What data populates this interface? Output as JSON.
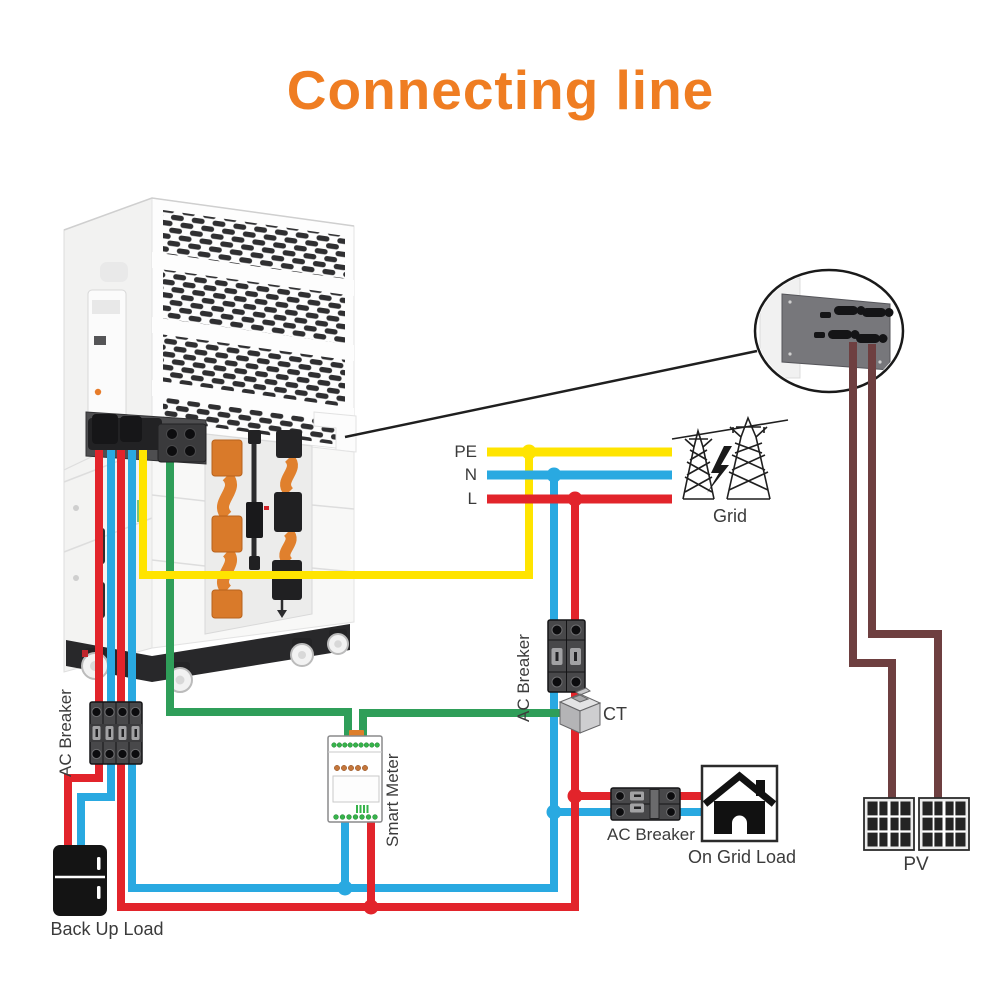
{
  "title": "Connecting line",
  "colors": {
    "title_orange": "#EF7D22",
    "wire_red": "#E2242B",
    "wire_blue": "#29A9E1",
    "wire_yellow": "#FFE400",
    "wire_green": "#2F9E59",
    "wire_brown": "#6E3F40"
  },
  "diagram": {
    "bus_labels": {
      "pe": "PE",
      "n": "N",
      "l": "L"
    },
    "grid_label": "Grid",
    "breakers": {
      "backup": "AC Breaker",
      "grid": "AC Breaker",
      "on_grid": "AC Breaker"
    },
    "ct_label": "CT",
    "smart_meter_label": "Smart Meter",
    "on_grid_load_label": "On Grid Load",
    "back_up_load_label": "Back Up Load",
    "pv_label": "PV"
  }
}
